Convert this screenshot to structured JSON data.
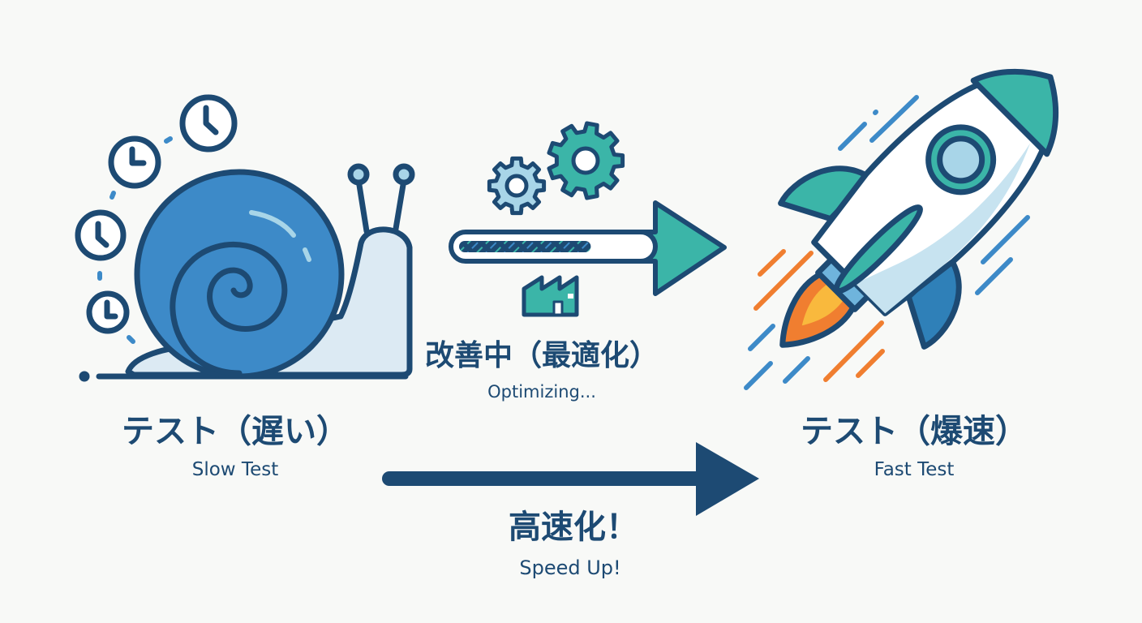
{
  "colors": {
    "navy": "#1d4a73",
    "blue": "#3d8ac8",
    "teal": "#3bb5a8",
    "light_blue": "#a8d5e8",
    "orange": "#f07e30",
    "yellow": "#f9b93d",
    "background": "#f8f9f7"
  },
  "slow": {
    "title_jp": "テスト（遅い）",
    "title_en": "Slow Test",
    "icon": "snail-icon"
  },
  "middle": {
    "title_jp": "改善中（最適化）",
    "title_en": "Optimizing...",
    "progress_percent": 70,
    "icons": [
      "gear-icon",
      "progress-arrow-icon",
      "factory-icon"
    ]
  },
  "fast": {
    "title_jp": "テスト（爆速）",
    "title_en": "Fast Test",
    "icon": "rocket-icon"
  },
  "bottom": {
    "title_jp": "高速化！",
    "title_en": "Speed Up!",
    "icon": "arrow-right-icon"
  }
}
